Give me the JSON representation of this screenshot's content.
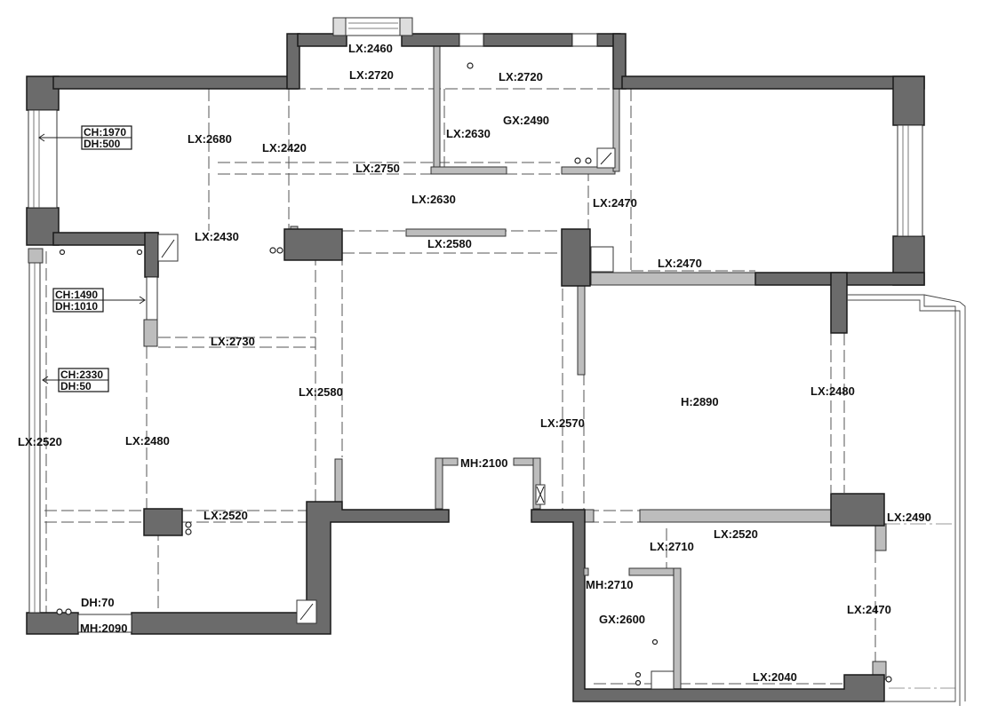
{
  "diagram": {
    "labels": {
      "lx2460": "LX:2460",
      "lx2720_a": "LX:2720",
      "lx2720_b": "LX:2720",
      "gx2490": "GX:2490",
      "lx2630_a": "LX:2630",
      "lx2680": "LX:2680",
      "lx2420": "LX:2420",
      "lx2750": "LX:2750",
      "lx2630_b": "LX:2630",
      "lx2470_a": "LX:2470",
      "lx2430": "LX:2430",
      "lx2580_a": "LX:2580",
      "lx2470_b": "LX:2470",
      "lx2730": "LX:2730",
      "lx2580_b": "LX:2580",
      "lx2480_a": "LX:2480",
      "lx2520_a": "LX:2520",
      "lx2570": "LX:2570",
      "h2890": "H:2890",
      "lx2480_b": "LX:2480",
      "mh2100": "MH:2100",
      "lx2520_b": "LX:2520",
      "lx2490": "LX:2490",
      "lx2520_c": "LX:2520",
      "lx2710": "LX:2710",
      "mh2710": "MH:2710",
      "gx2600": "GX:2600",
      "lx2470_c": "LX:2470",
      "lx2040": "LX:2040",
      "dh70": "DH:70",
      "mh2090": "MH:2090"
    },
    "windows": [
      {
        "ch": "CH:1970",
        "dh": "DH:500"
      },
      {
        "ch": "CH:1490",
        "dh": "DH:1010"
      },
      {
        "ch": "CH:2330",
        "dh": "DH:50"
      }
    ]
  }
}
